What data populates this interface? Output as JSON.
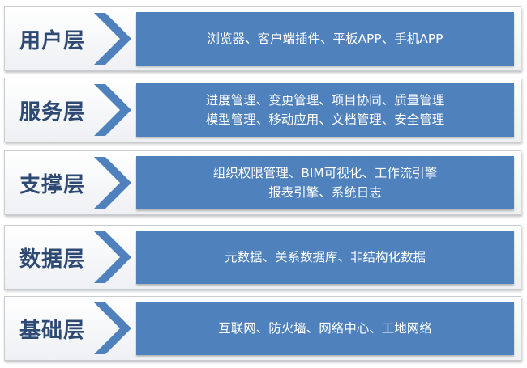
{
  "layers": [
    {
      "name": "用户层",
      "lines": [
        "浏览器、客户端插件、平板APP、手机APP"
      ]
    },
    {
      "name": "服务层",
      "lines": [
        "进度管理、变更管理、项目协同、质量管理",
        "模型管理、移动应用、文档管理、安全管理"
      ]
    },
    {
      "name": "支撑层",
      "lines": [
        "组织权限管理、BIM可视化、工作流引擎",
        "报表引擎、系统日志"
      ]
    },
    {
      "name": "数据层",
      "lines": [
        "元数据、关系数据库、非结构化数据"
      ]
    },
    {
      "name": "基础层",
      "lines": [
        "互联网、防火墙、网络中心、工地网络"
      ]
    }
  ],
  "colors": {
    "content_fill": "#4f81bd",
    "arrow_fill": "#4f81bd",
    "label_text": "#2e4a73"
  }
}
